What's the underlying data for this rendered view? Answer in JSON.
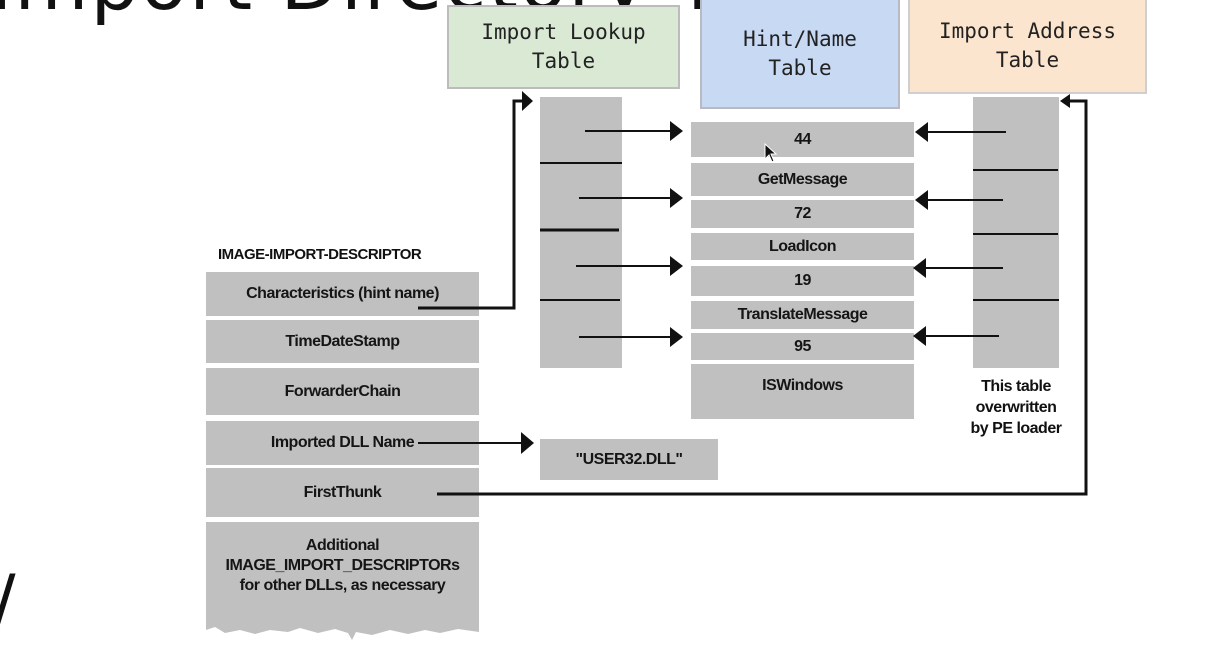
{
  "slide": {
    "title_fragment": "Import Directory Table",
    "bottom_fragment": "/"
  },
  "headers": {
    "import_lookup_table": "Import Lookup\nTable",
    "hint_name_table": "Hint/Name\nTable",
    "import_address_table": "Import Address\nTable"
  },
  "colors": {
    "import_lookup_table": "#d9e9d4",
    "hint_name_table": "#c8d9f3",
    "import_address_table": "#fce5cf",
    "cell_gray": "#c0c0c0"
  },
  "descriptor": {
    "title": "IMAGE-IMPORT-DESCRIPTOR",
    "fields": [
      "Characteristics (hint name)",
      "TimeDateStamp",
      "ForwarderChain",
      "Imported DLL Name",
      "FirstThunk",
      "Additional\nIMAGE_IMPORT_DESCRIPTORs\nfor other DLLs, as necessary"
    ]
  },
  "hint_name_entries": [
    {
      "hint": "44",
      "name": "GetMessage"
    },
    {
      "hint": "72",
      "name": "LoadIcon"
    },
    {
      "hint": "19",
      "name": "TranslateMessage"
    },
    {
      "hint": "95",
      "name": "ISWindows"
    }
  ],
  "dll_name": "\"USER32.DLL\"",
  "iat_note": "This table\noverwritten\nby PE loader"
}
